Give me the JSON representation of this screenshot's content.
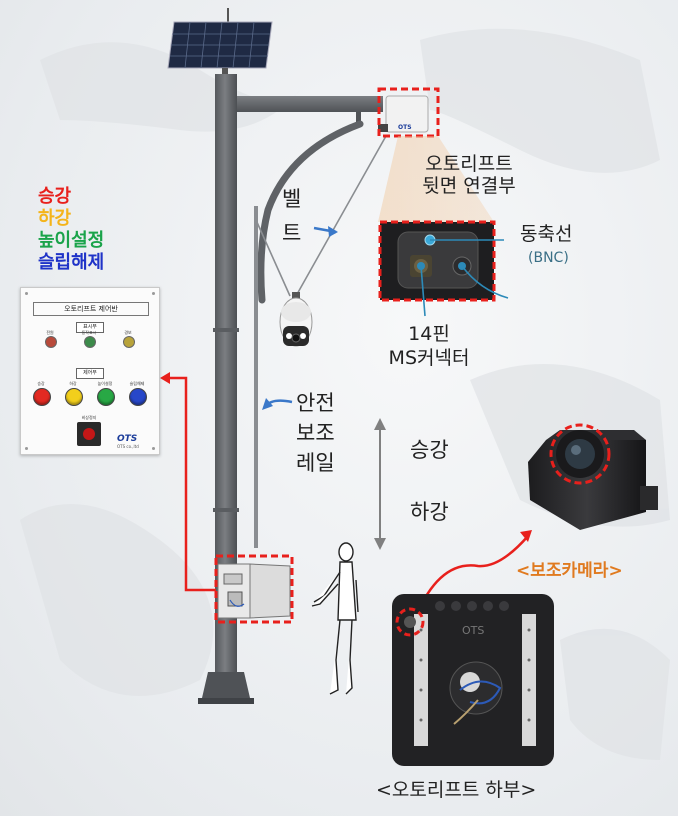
{
  "legend": {
    "items": [
      {
        "text": "승강",
        "color": "#e8201c"
      },
      {
        "text": "하강",
        "color": "#f4b41a"
      },
      {
        "text": "높이설정",
        "color": "#1aa34a"
      },
      {
        "text": "슬립해제",
        "color": "#1f33c8"
      }
    ]
  },
  "labels": {
    "autolift_back": [
      "오토리프트",
      "뒷면 연결부"
    ],
    "belt": [
      "벨",
      "트"
    ],
    "coax": "동축선",
    "bnc": "(BNC)",
    "ms_connector": [
      "14핀",
      "MS커넥터"
    ],
    "safety_rail": [
      "안전",
      "보조",
      "레일"
    ],
    "lift_up": "승강",
    "lift_down": "하강",
    "aux_camera": "<보조카메라>",
    "autolift_bottom": "<오토리프트 하부>"
  },
  "panel": {
    "title": "오토리프트 제어반",
    "display_section": "표시부",
    "control_section": "제어부",
    "lamps": [
      {
        "label": "전원",
        "color": "#b84a3a"
      },
      {
        "label": "동작표시",
        "color": "#3c8a4a"
      },
      {
        "label": "경보",
        "color": "#b8a33a"
      }
    ],
    "buttons": [
      {
        "label": "승강",
        "color": "#e32a22"
      },
      {
        "label": "하강",
        "color": "#f2cf1c"
      },
      {
        "label": "높이설정",
        "color": "#28a845"
      },
      {
        "label": "슬립해제",
        "color": "#2747c9"
      }
    ],
    "estop_label": "비상정지",
    "brand": "OTS",
    "brand_sub": "OTS co.,ltd"
  },
  "device_labels": {
    "lift_box_brand": "OTS",
    "bottom_brand": "OTS"
  },
  "colors": {
    "highlight_red": "#e8201c",
    "pole": "#6b6e72",
    "arrow_blue": "#3a78c9",
    "coax_teal": "#3a6f86",
    "aux_orange": "#e07a1f"
  }
}
